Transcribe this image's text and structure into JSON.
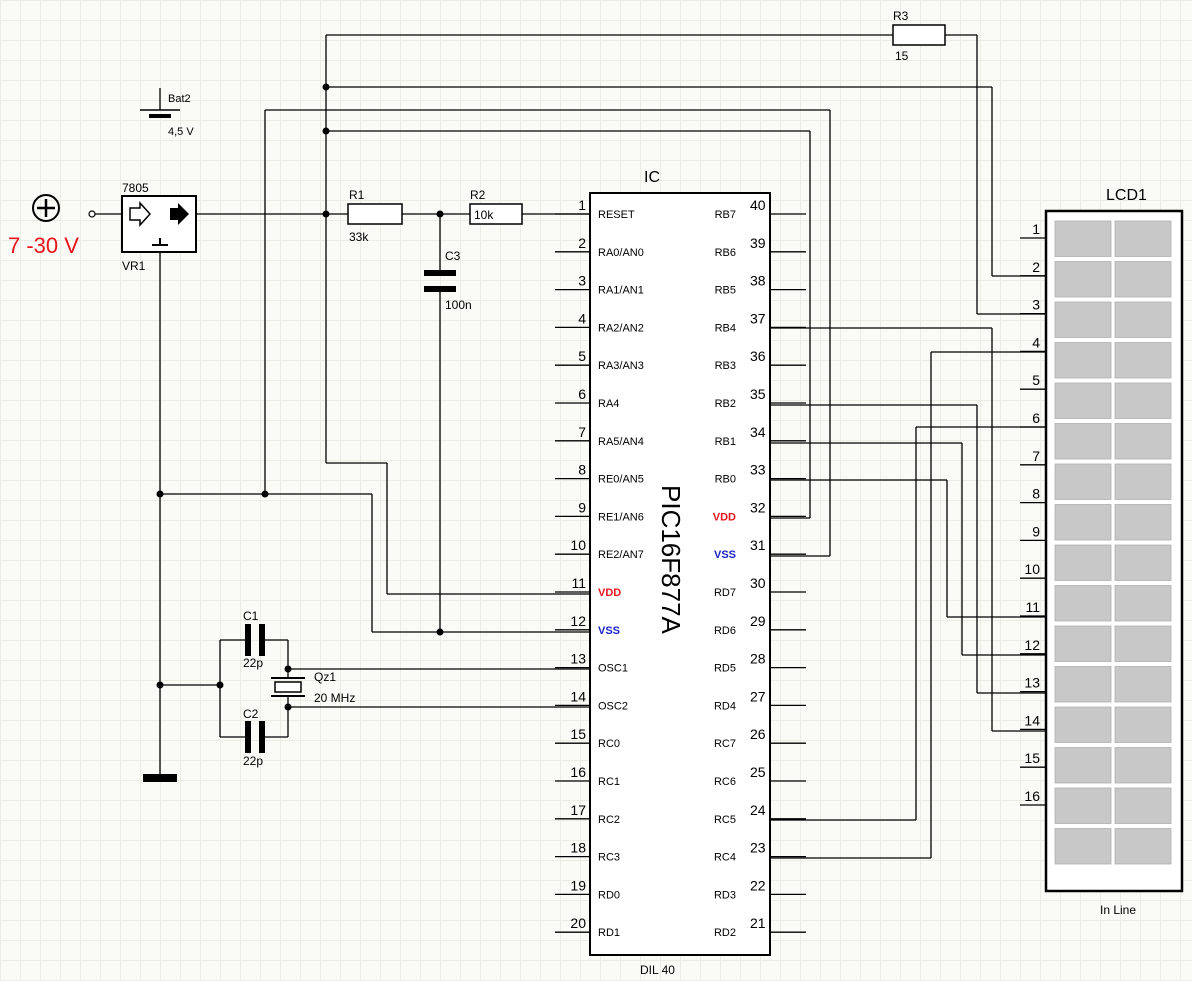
{
  "power": {
    "symbol": "⊕",
    "voltage": "7 -30 V"
  },
  "battery": {
    "name": "Bat2",
    "value": "4,5 V"
  },
  "regulator": {
    "part": "7805",
    "name": "VR1"
  },
  "resistors": {
    "r1": {
      "name": "R1",
      "value": "33k"
    },
    "r2": {
      "name": "R2",
      "value": "10k"
    },
    "r3": {
      "name": "R3",
      "value": "15"
    }
  },
  "capacitors": {
    "c1": {
      "name": "C1",
      "value": "22p"
    },
    "c2": {
      "name": "C2",
      "value": "22p"
    },
    "c3": {
      "name": "C3",
      "value": "100n"
    }
  },
  "crystal": {
    "name": "Qz1",
    "value": "20 MHz"
  },
  "ic": {
    "ref": "IC",
    "part": "PIC16F877A",
    "package": "DIL 40",
    "left_pins": [
      {
        "num": "1",
        "label": "RESET"
      },
      {
        "num": "2",
        "label": "RA0/AN0"
      },
      {
        "num": "3",
        "label": "RA1/AN1"
      },
      {
        "num": "4",
        "label": "RA2/AN2"
      },
      {
        "num": "5",
        "label": "RA3/AN3"
      },
      {
        "num": "6",
        "label": "RA4"
      },
      {
        "num": "7",
        "label": "RA5/AN4"
      },
      {
        "num": "8",
        "label": "RE0/AN5"
      },
      {
        "num": "9",
        "label": "RE1/AN6"
      },
      {
        "num": "10",
        "label": "RE2/AN7"
      },
      {
        "num": "11",
        "label": "VDD"
      },
      {
        "num": "12",
        "label": "VSS"
      },
      {
        "num": "13",
        "label": "OSC1"
      },
      {
        "num": "14",
        "label": "OSC2"
      },
      {
        "num": "15",
        "label": "RC0"
      },
      {
        "num": "16",
        "label": "RC1"
      },
      {
        "num": "17",
        "label": "RC2"
      },
      {
        "num": "18",
        "label": "RC3"
      },
      {
        "num": "19",
        "label": "RD0"
      },
      {
        "num": "20",
        "label": "RD1"
      }
    ],
    "right_pins": [
      {
        "num": "40",
        "label": "RB7"
      },
      {
        "num": "39",
        "label": "RB6"
      },
      {
        "num": "38",
        "label": "RB5"
      },
      {
        "num": "37",
        "label": "RB4"
      },
      {
        "num": "36",
        "label": "RB3"
      },
      {
        "num": "35",
        "label": "RB2"
      },
      {
        "num": "34",
        "label": "RB1"
      },
      {
        "num": "33",
        "label": "RB0"
      },
      {
        "num": "32",
        "label": "VDD"
      },
      {
        "num": "31",
        "label": "VSS"
      },
      {
        "num": "30",
        "label": "RD7"
      },
      {
        "num": "29",
        "label": "RD6"
      },
      {
        "num": "28",
        "label": "RD5"
      },
      {
        "num": "27",
        "label": "RD4"
      },
      {
        "num": "26",
        "label": "RC7"
      },
      {
        "num": "25",
        "label": "RC6"
      },
      {
        "num": "24",
        "label": "RC5"
      },
      {
        "num": "23",
        "label": "RC4"
      },
      {
        "num": "22",
        "label": "RD3"
      },
      {
        "num": "21",
        "label": "RD2"
      }
    ]
  },
  "lcd": {
    "name": "LCD1",
    "footer": "In Line",
    "pins": [
      "1",
      "2",
      "3",
      "4",
      "5",
      "6",
      "7",
      "8",
      "9",
      "10",
      "11",
      "12",
      "13",
      "14",
      "15",
      "16"
    ],
    "cell_color": "#c8c8c8",
    "cell_rows": 16,
    "cell_cols": 2
  },
  "colors": {
    "vdd": "#e8141c",
    "vss": "#1a24c8",
    "voltage": "#e8141c"
  }
}
